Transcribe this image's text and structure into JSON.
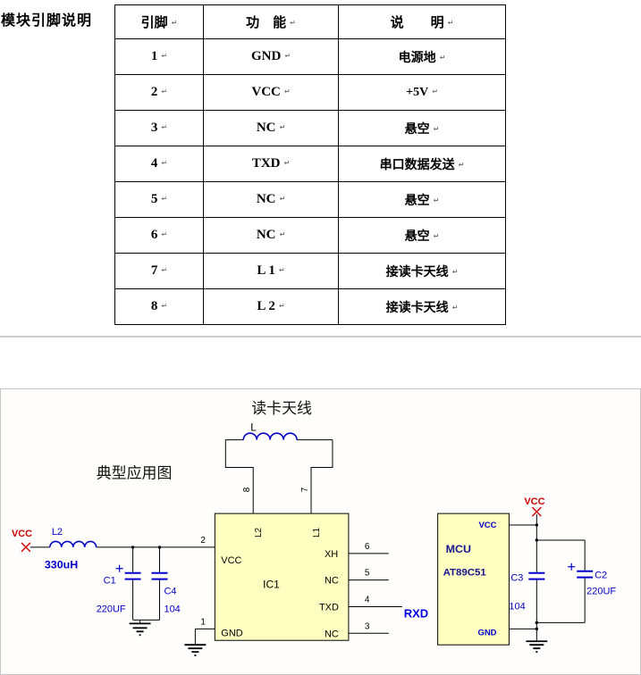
{
  "table": {
    "title": "模块引脚说明",
    "headers": [
      "引脚",
      "功　能",
      "说　　明"
    ],
    "rows": [
      {
        "pin": "1",
        "func": "GND",
        "desc": "电源地"
      },
      {
        "pin": "2",
        "func": "VCC",
        "desc": "+5V"
      },
      {
        "pin": "3",
        "func": "NC",
        "desc": "悬空"
      },
      {
        "pin": "4",
        "func": "TXD",
        "desc": "串口数据发送"
      },
      {
        "pin": "5",
        "func": "NC",
        "desc": "悬空"
      },
      {
        "pin": "6",
        "func": "NC",
        "desc": "悬空"
      },
      {
        "pin": "7",
        "func": "L 1",
        "desc": "接读卡天线"
      },
      {
        "pin": "8",
        "func": "L 2",
        "desc": "接读卡天线"
      }
    ]
  },
  "circuit": {
    "title": "典型应用图",
    "antenna": {
      "label": "读卡天线",
      "inductor": "L"
    },
    "power_left": {
      "vcc": "VCC",
      "inductor": "L2",
      "inductor_value": "330uH",
      "c1": "C1",
      "c1_value": "220UF",
      "c4": "C4",
      "c4_value": "104"
    },
    "ic1": {
      "name": "IC1",
      "pin1": {
        "num": "1",
        "label": "GND"
      },
      "pin2": {
        "num": "2",
        "label": "VCC"
      },
      "pin3": {
        "num": "3",
        "label": "NC"
      },
      "pin4": {
        "num": "4",
        "label": "TXD"
      },
      "pin5": {
        "num": "5",
        "label": "NC"
      },
      "pin6": {
        "num": "6",
        "label": "XH"
      },
      "pin7": {
        "num": "7",
        "label": "L1"
      },
      "pin8": {
        "num": "8",
        "label": "L2"
      }
    },
    "rxd": "RXD",
    "mcu": {
      "name": "MCU",
      "part": "AT89C51",
      "vcc": "VCC",
      "gnd": "GND"
    },
    "power_right": {
      "vcc": "VCC",
      "c3": "C3",
      "c3_value": "104",
      "c2": "C2",
      "c2_value": "220UF"
    },
    "colors": {
      "wire": "#000000",
      "component": "#0000c8",
      "power": "#cc0000",
      "signal": "#0000e6",
      "ic_fill": "#ffffc2"
    }
  }
}
